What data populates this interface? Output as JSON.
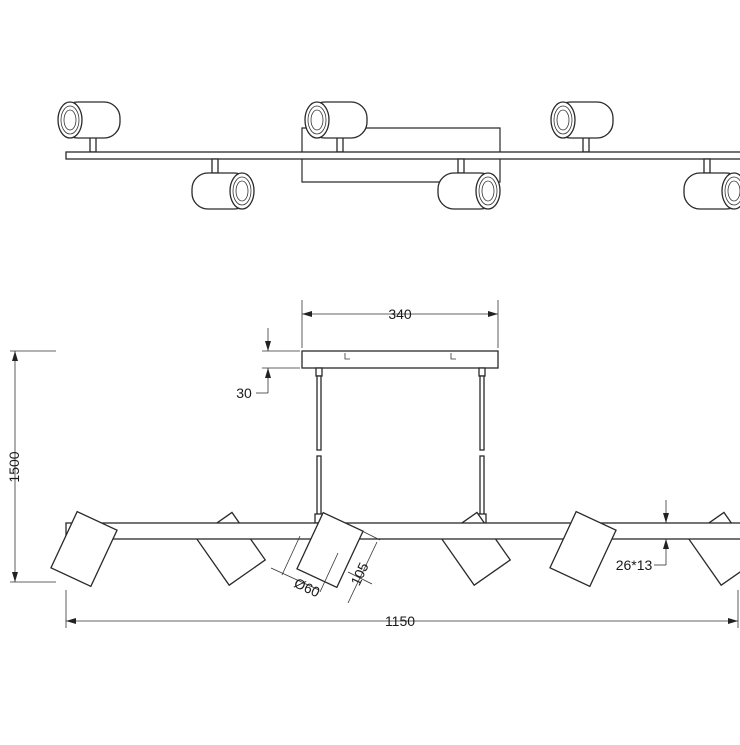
{
  "dimensions": {
    "canopy_width": "340",
    "canopy_height": "30",
    "total_height": "1500",
    "total_length": "1150",
    "spot_diameter": "Ø60",
    "spot_length": "105",
    "bar_section": "26*13"
  },
  "colors": {
    "line": "#2a2a2a",
    "background": "#ffffff"
  }
}
